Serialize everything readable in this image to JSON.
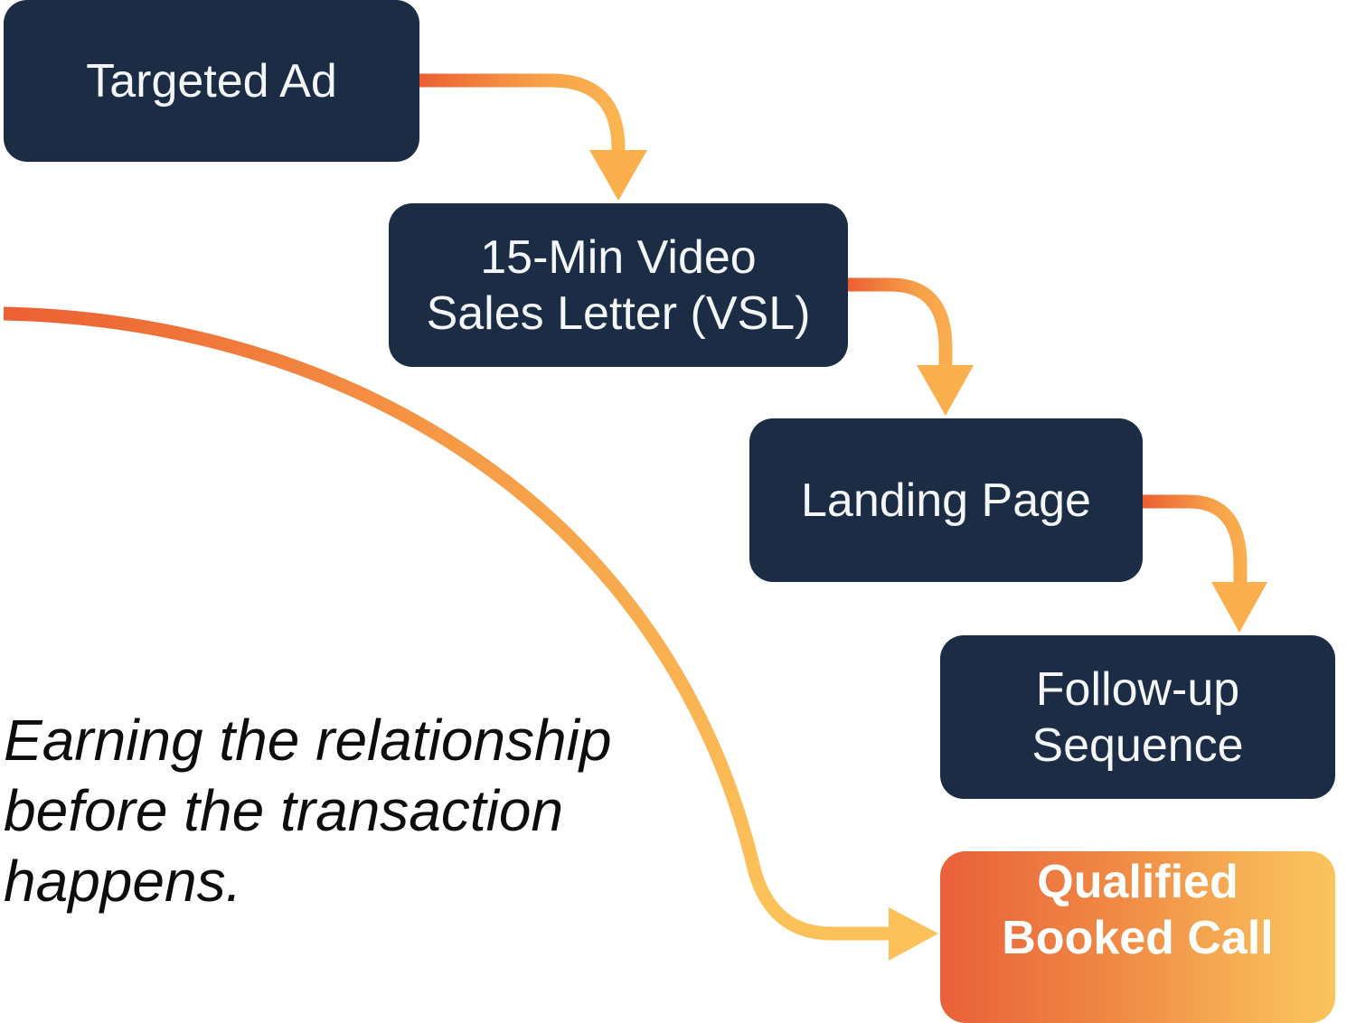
{
  "diagram": {
    "type": "flow",
    "nodes": [
      {
        "id": "targeted-ad",
        "label": "Targeted Ad"
      },
      {
        "id": "vsl",
        "label": "15-Min Video\nSales Letter (VSL)"
      },
      {
        "id": "landing-page",
        "label": "Landing Page"
      },
      {
        "id": "follow-up",
        "label": "Follow-up\nSequence"
      },
      {
        "id": "booked-call",
        "label": "Qualified\nBooked Call"
      }
    ],
    "edges": [
      {
        "from": "targeted-ad",
        "to": "vsl"
      },
      {
        "from": "vsl",
        "to": "landing-page"
      },
      {
        "from": "landing-page",
        "to": "follow-up"
      },
      {
        "from": "tagline-curve",
        "to": "booked-call"
      }
    ],
    "tagline": "Earning the relationship\nbefore the transaction\nhappens.",
    "colors": {
      "node_dark": "#1b2c44",
      "arrow_start": "#ec5f33",
      "arrow_end": "#fbb54e",
      "final_start": "#e9603a",
      "final_end": "#fbc45c"
    }
  }
}
